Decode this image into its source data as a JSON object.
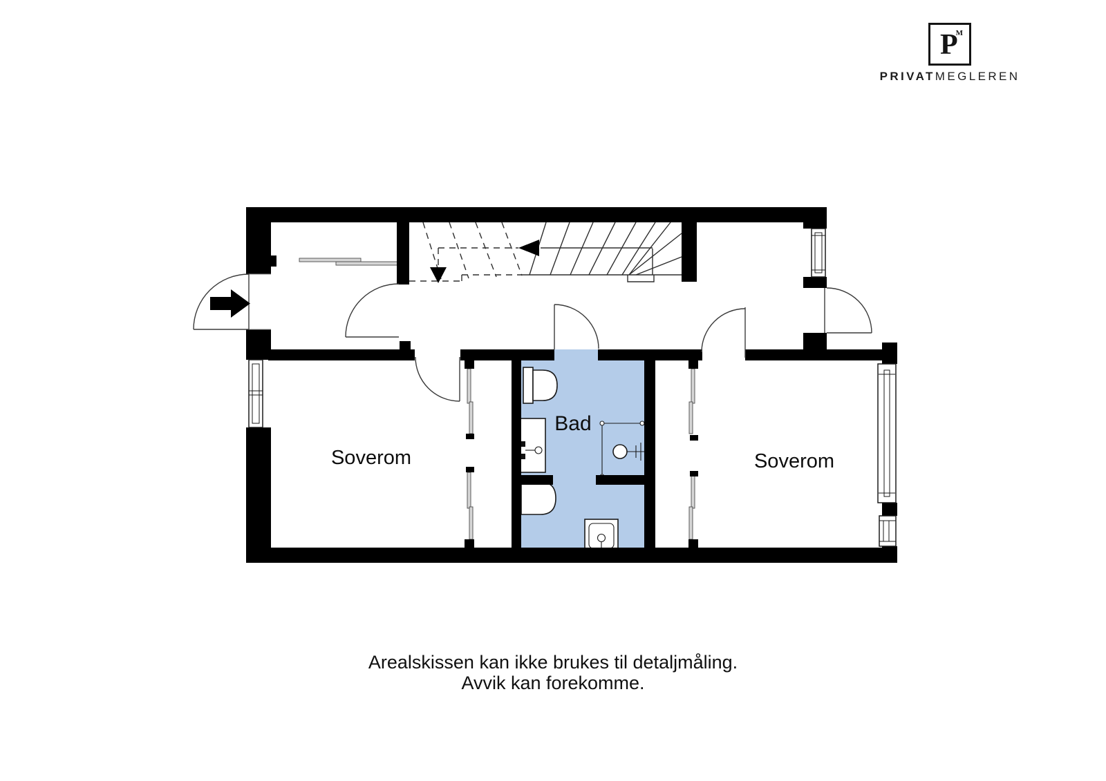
{
  "logo": {
    "monogram": "P",
    "monogram_mark": "M",
    "brand_bold": "PRIVAT",
    "brand_light": "MEGLEREN"
  },
  "rooms": {
    "bedroom_left": "Soverom",
    "bathroom": "Bad",
    "bedroom_right": "Soverom"
  },
  "disclaimer": {
    "line1": "Arealskissen kan ikke brukes til detaljmåling.",
    "line2": "Avvik kan forekomme."
  },
  "colors": {
    "bathroom-fill": "#b4cce9",
    "wall": "#000000",
    "panel-fill": "#d6d6d6",
    "line": "#3a3a3a"
  }
}
